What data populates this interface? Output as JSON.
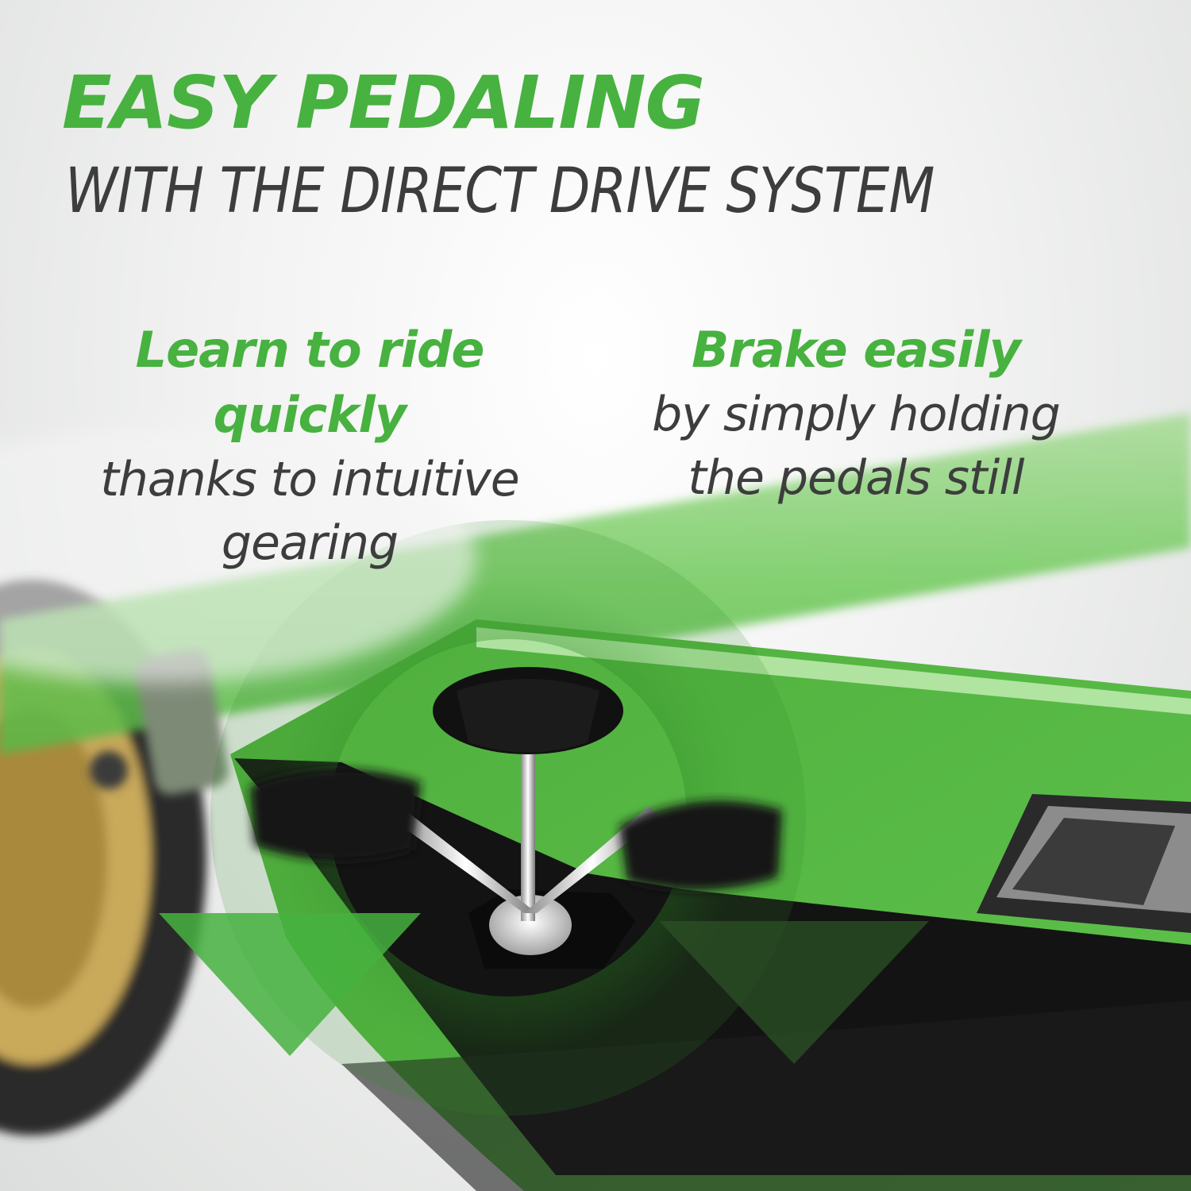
{
  "headline": "EASY PEDALING",
  "subheadline": "WITH THE DIRECT DRIVE SYSTEM",
  "features": [
    {
      "title": "Learn to ride quickly",
      "lines": [
        "thanks to intuitive",
        "gearing"
      ]
    },
    {
      "title": "Brake easily",
      "lines": [
        "by simply holding",
        "the pedals still"
      ]
    }
  ],
  "colors": {
    "accent": "#47b23f",
    "text": "#3d3d3d",
    "frame": "#5cc04f",
    "base": "#111111"
  },
  "icons": [
    "rotation-arrow-left-icon",
    "rotation-arrow-right-icon"
  ]
}
